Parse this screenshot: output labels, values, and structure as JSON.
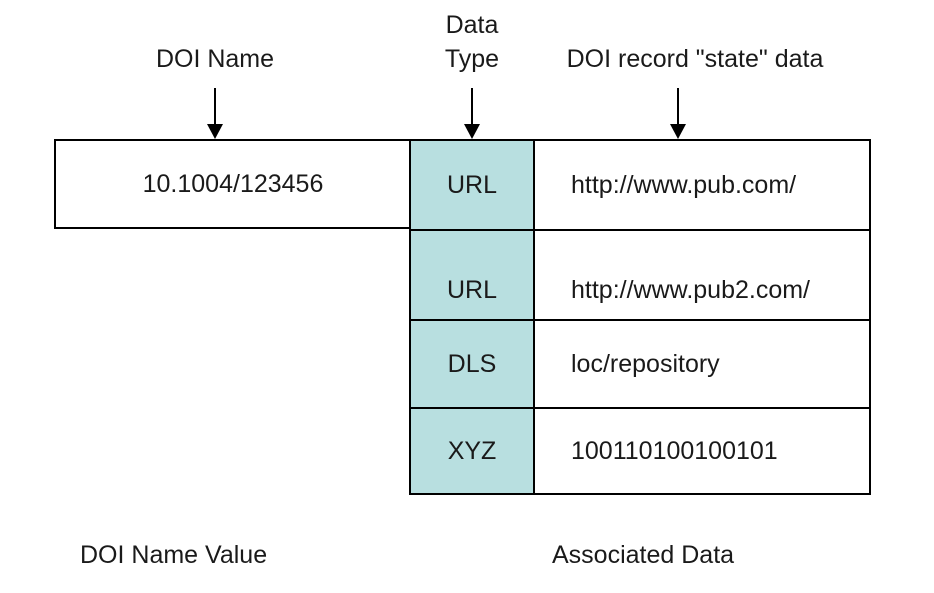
{
  "top_labels": {
    "doi_name": "DOI Name",
    "data_type_line1": "Data",
    "data_type_line2": "Type",
    "state_data": "DOI record \"state\" data"
  },
  "doi_name_value": "10.1004/123456",
  "records": [
    {
      "type": "URL",
      "value": "http://www.pub.com/"
    },
    {
      "type": "URL",
      "value": "http://www.pub2.com/"
    },
    {
      "type": "DLS",
      "value": "loc/repository"
    },
    {
      "type": "XYZ",
      "value": "100110100100101"
    }
  ],
  "bottom_labels": {
    "left": "DOI Name Value",
    "right": "Associated Data"
  },
  "colors": {
    "type_fill": "#b8dfe0",
    "border": "#000000"
  }
}
